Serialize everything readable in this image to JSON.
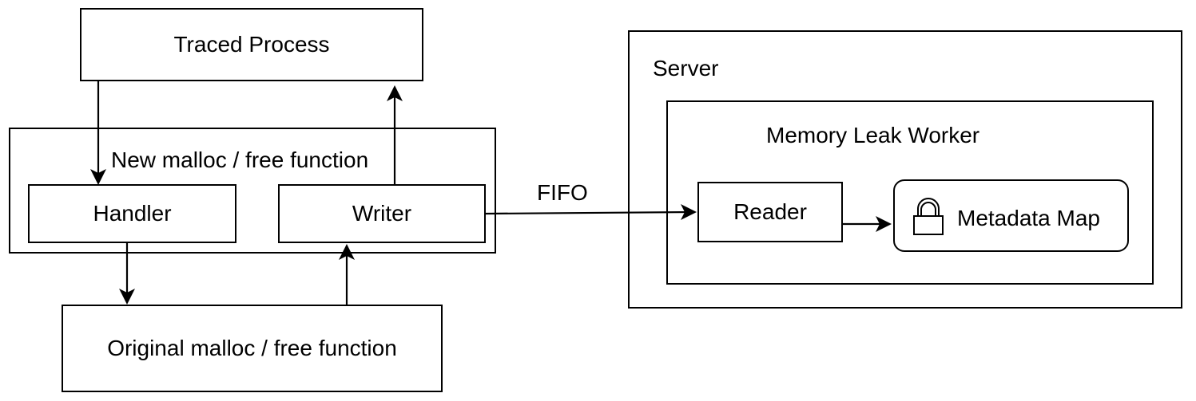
{
  "diagram": {
    "traced_process": "Traced Process",
    "new_function": "New malloc / free function",
    "handler": "Handler",
    "writer": "Writer",
    "original_function": "Original malloc / free function",
    "fifo": "FIFO",
    "server": "Server",
    "memory_leak_worker": "Memory Leak Worker",
    "reader": "Reader",
    "metadata_map": "Metadata Map",
    "lock_icon": "lock-icon"
  }
}
